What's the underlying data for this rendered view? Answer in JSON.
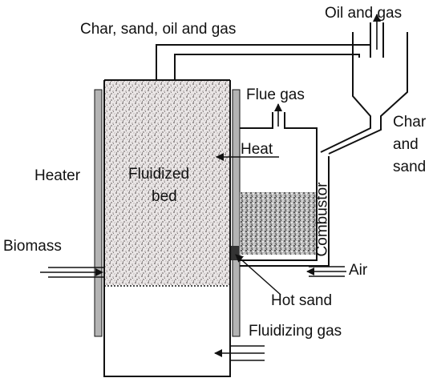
{
  "labels": {
    "char_sand_oil_gas": "Char, sand, oil  and gas",
    "oil_and_gas": "Oil and gas",
    "flue_gas": "Flue gas",
    "heat": "Heat",
    "char": "Char",
    "and": "and",
    "sand": "sand",
    "heater": "Heater",
    "fluidized": "Fluidized",
    "bed": "bed",
    "combustor": "Combustor",
    "biomass": "Biomass",
    "air": "Air",
    "hot_sand": "Hot sand",
    "fluidizing_gas": "Fluidizing gas"
  },
  "colors": {
    "line": "#111111",
    "heater_bar": "#b4b4b4",
    "bed_speckle_light": "#c8c2c2",
    "combustor_speckle_dark": "#8a8a8a"
  }
}
